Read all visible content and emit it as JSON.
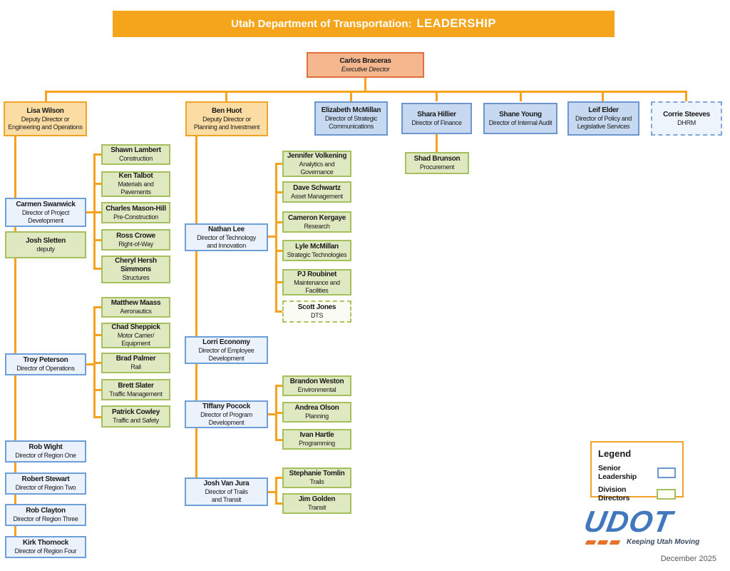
{
  "banner": {
    "title": "Utah Department of Transportation:",
    "emphasis": "LEADERSHIP"
  },
  "nodes": {
    "exec": {
      "name": "Carlos Braceras",
      "title": "Executive Director"
    },
    "lisa": {
      "name": "Lisa Wilson",
      "title": "Deputy Director or\nEngineering and Operations"
    },
    "ben": {
      "name": "Ben Huot",
      "title": "Deputy Director or\nPlanning and Investment"
    },
    "elizabeth": {
      "name": "Elizabeth McMillan",
      "title": "Director of Strategic\nCommunications"
    },
    "shara": {
      "name": "Shara Hillier",
      "title": "Director of Finance"
    },
    "shane": {
      "name": "Shane Young",
      "title": "Director of Internal Audit"
    },
    "leif": {
      "name": "Leif Elder",
      "title": "Director of Policy and\nLegislative Services"
    },
    "corrie": {
      "name": "Corrie Steeves",
      "title": "DHRM"
    },
    "shad": {
      "name": "Shad Brunson",
      "title": "Procurement"
    },
    "carmen": {
      "name": "Carmen Swanwick",
      "title": "Director of Project\nDevelopment"
    },
    "josh_sletten": {
      "name": "Josh Sletten",
      "title": "deputy"
    },
    "troy": {
      "name": "Troy Peterson",
      "title": "Director of Operations"
    },
    "rob_wight": {
      "name": "Rob Wight",
      "title": "Director of Region One"
    },
    "robert_stewart": {
      "name": "Robert Stewart",
      "title": "Director of Region Two"
    },
    "rob_clayton": {
      "name": "Rob Clayton",
      "title": "Director of Region Three"
    },
    "kirk": {
      "name": "Kirk Thornock",
      "title": "Director of Region Four"
    },
    "shawn": {
      "name": "Shawn Lambert",
      "title": "Construction"
    },
    "ken": {
      "name": "Ken Talbot",
      "title": "Materials and\nPavements"
    },
    "charles": {
      "name": "Charles Mason-Hill",
      "title": "Pre-Construction"
    },
    "ross": {
      "name": "Ross Crowe",
      "title": "Right-of-Way"
    },
    "cheryl": {
      "name": "Cheryl Hersh\nSimmons",
      "title": "Structures"
    },
    "matthew": {
      "name": "Matthew Maass",
      "title": "Aeronautics"
    },
    "chad": {
      "name": "Chad Sheppick",
      "title": "Motor Carrier/\nEquipment"
    },
    "brad": {
      "name": "Brad Palmer",
      "title": "Rail"
    },
    "brett": {
      "name": "Brett Slater",
      "title": "Traffic Management"
    },
    "patrick": {
      "name": "Patrick Cowley",
      "title": "Traffic and Safety"
    },
    "nathan": {
      "name": "Nathan Lee",
      "title": "Director of Technology\nand Innovation"
    },
    "jennifer": {
      "name": "Jennifer Volkening",
      "title": "Analytics and\nGovernance"
    },
    "dave": {
      "name": "Dave Schwartz",
      "title": "Asset Management"
    },
    "cameron": {
      "name": "Cameron Kergaye",
      "title": "Research"
    },
    "lyle": {
      "name": "Lyle McMillan",
      "title": "Strategic Technologies"
    },
    "pj": {
      "name": "PJ Roubinet",
      "title": "Maintenance and\nFacilities"
    },
    "scott": {
      "name": "Scott Jones",
      "title": "DTS"
    },
    "lorri": {
      "name": "Lorri Economy",
      "title": "Director of Employee\nDevelopment"
    },
    "tiffany": {
      "name": "TIffany Pocock",
      "title": "Director of Program\nDevelopment"
    },
    "josh_vj": {
      "name": "Josh Van Jura",
      "title": "Director of Trails\nand Transit"
    },
    "brandon": {
      "name": "Brandon Weston",
      "title": "Environmental"
    },
    "andrea": {
      "name": "Andrea Olson",
      "title": "Planning"
    },
    "ivan": {
      "name": "Ivan Hartle",
      "title": "Programming"
    },
    "stephanie": {
      "name": "Stephanie Tomlin",
      "title": "Trails"
    },
    "jim": {
      "name": "Jim Golden",
      "title": "Transit"
    }
  },
  "legend": {
    "title": "Legend",
    "senior": "Senior Leadership",
    "division": "Division Directors"
  },
  "logo": {
    "wordmark": "UDOT",
    "tagline": "Keeping Utah Moving"
  },
  "footer": {
    "date": "December 2025"
  },
  "colors": {
    "banner_orange": "#F5A51C",
    "connector_orange": "#F6A21E",
    "exec_fill": "#F5B88E",
    "deputy_fill": "#FBDCA2",
    "senior_fill": "#C6D9F1",
    "director_fill": "#EBF2FB",
    "division_fill": "#DFE9C1",
    "logo_blue": "#4077BD",
    "logo_orange": "#E8722B"
  }
}
